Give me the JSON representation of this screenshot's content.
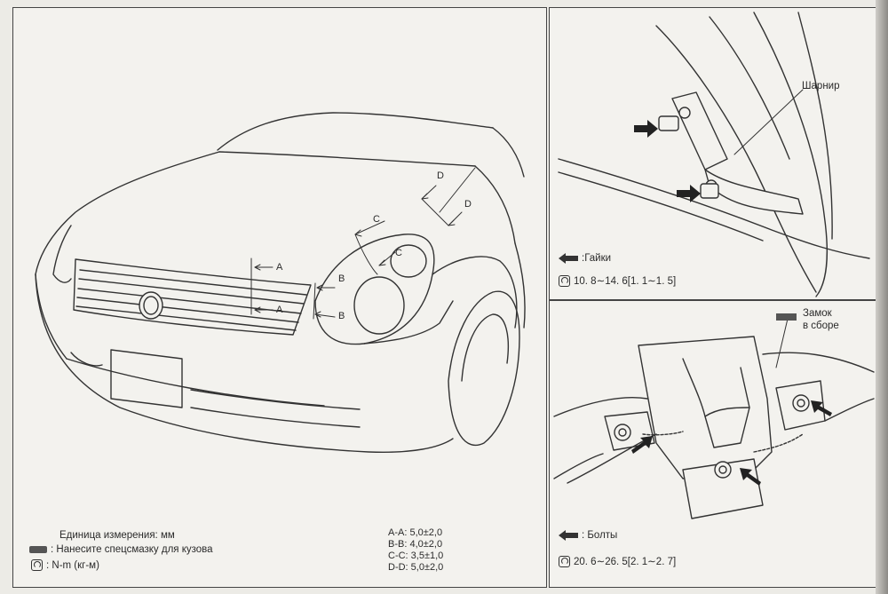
{
  "main_panel": {
    "labels": {
      "a_top": "A",
      "a_bottom": "A",
      "b_top": "B",
      "b_bottom": "B",
      "c_top": "C",
      "c_inner": "C",
      "d_top": "D",
      "d_bottom": "D"
    },
    "legend": {
      "unit": "Единица измерения: мм",
      "sealant": ": Нанесите спецсмазку для кузова",
      "torque": ": N-m (кг-м)"
    },
    "specs": [
      "A-A: 5,0±2,0",
      "B-B: 4,0±2,0",
      "C-C: 3,5±1,0",
      "D-D: 5,0±2,0"
    ]
  },
  "hinge_panel": {
    "callout": "Шарнир",
    "nuts_label": ":Гайки",
    "torque": "10. 8∼14. 6[1. 1∼1. 5]"
  },
  "lock_panel": {
    "callout_line1": "Замок",
    "callout_line2": "в сборе",
    "bolts_label": ": Болты",
    "torque": "20. 6∼26. 5[2. 1∼2. 7]"
  }
}
